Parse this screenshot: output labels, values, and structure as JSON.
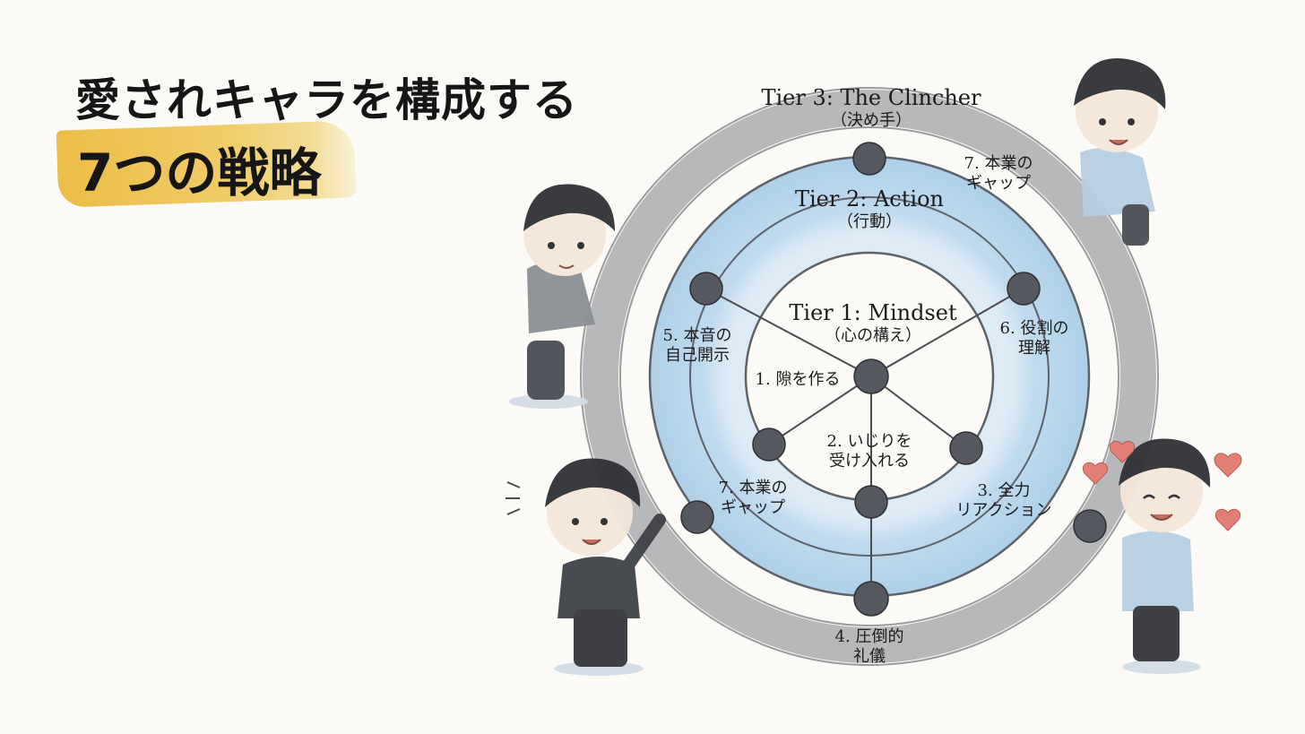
{
  "title": {
    "line1": "愛されキャラを構成する",
    "line2": "7つの戦略"
  },
  "tiers": {
    "tier3": {
      "name": "Tier 3: The Clincher",
      "sub": "（決め手）"
    },
    "tier2": {
      "name": "Tier 2: Action",
      "sub": "（行動）"
    },
    "tier1": {
      "name": "Tier 1: Mindset",
      "sub": "（心の構え）"
    }
  },
  "items": {
    "s1": "1. 隙を作る",
    "s2_line1": "2. いじりを",
    "s2_line2": "受け入れる",
    "s3_line1": "3. 全力",
    "s3_line2": "リアクション",
    "s4_line1": "4. 圧倒的",
    "s4_line2": "礼儀",
    "s5_line1": "5. 本音の",
    "s5_line2": "自己開示",
    "s6_line1": "6. 役割の",
    "s6_line2": "理解",
    "s7_line1": "7. 本業の",
    "s7_line2": "ギャップ",
    "s7_top_line1": "7. 本業の",
    "s7_top_line2": "ギャップ"
  },
  "colors": {
    "highlight": "#efc75a",
    "outer_ring": "#a9abaf",
    "inner_wash": "#cfe3f1",
    "node": "#55585e"
  },
  "icons": [
    "character-hugging-left",
    "character-top-right",
    "character-pointing",
    "character-heart",
    "heart-icon"
  ]
}
